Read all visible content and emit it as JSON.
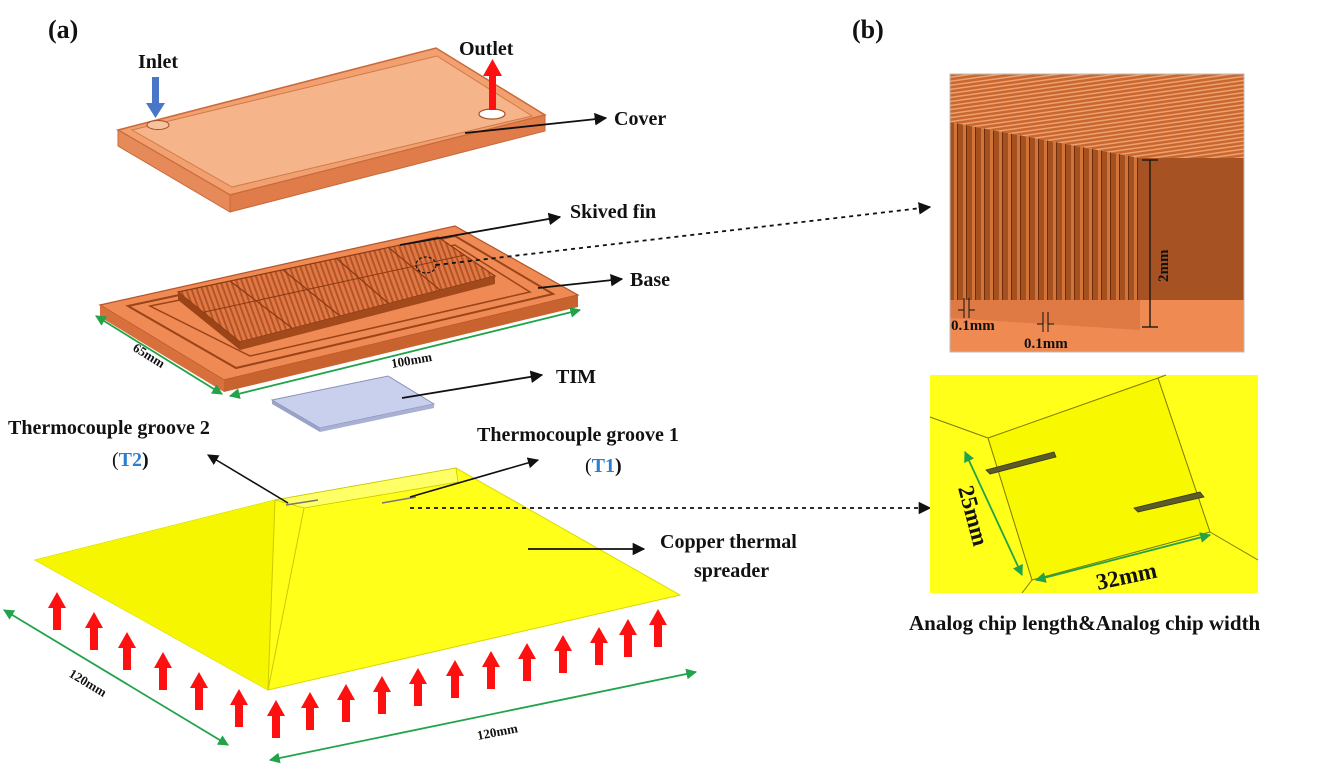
{
  "panels": {
    "a": "(a)",
    "b": "(b)"
  },
  "components": {
    "inlet": "Inlet",
    "outlet": "Outlet",
    "cover": "Cover",
    "skived_fin": "Skived fin",
    "base": "Base",
    "tim": "TIM",
    "groove2": {
      "name": "Thermocouple groove 2",
      "open": "(",
      "symbol": "T2",
      "close": ")"
    },
    "groove1": {
      "name": "Thermocouple groove 1",
      "open": "(",
      "symbol": "T1",
      "close": ")"
    },
    "spreader_line1": "Copper thermal",
    "spreader_line2": "spreader"
  },
  "dimensions": {
    "base_width": "65mm",
    "base_length": "100mm",
    "spreader_depth": "120mm",
    "spreader_length": "120mm",
    "fin_height": "2mm",
    "fin_thickness": "0.1mm",
    "fin_gap": "0.1mm",
    "chip_width": "25mm",
    "chip_length": "32mm"
  },
  "caption_b": "Analog chip length&Analog chip width",
  "colors": {
    "copper": "#f08a55",
    "copper_dark": "#c25a2a",
    "fin_copper": "#b85a2a",
    "cover": "#f2a070",
    "spreader": "#ffff1a",
    "tim": "#c8d0ee",
    "dimension_line": "#21a34a",
    "heat_arrow": "#ff1010",
    "inlet_arrow": "#4a76c8",
    "subscript_blue": "#2a7fd0"
  }
}
